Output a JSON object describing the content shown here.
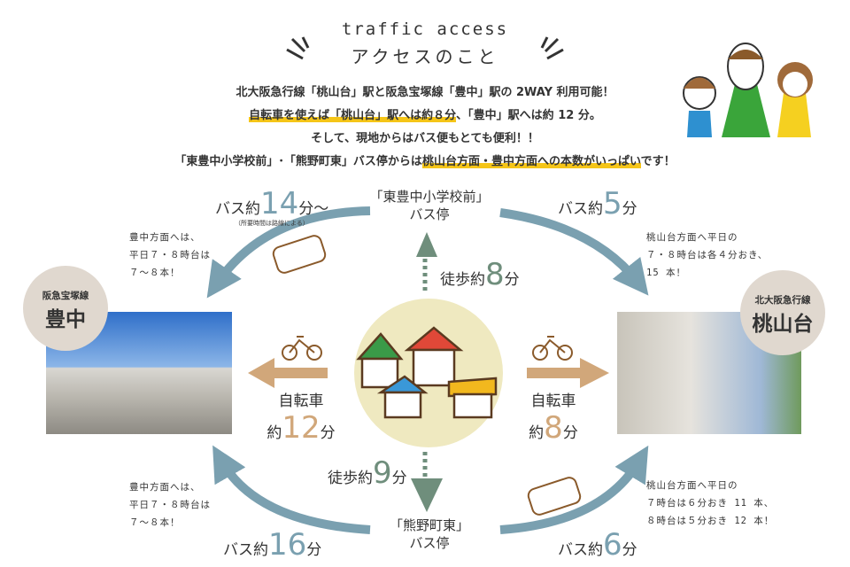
{
  "header": {
    "title_en": "traffic access",
    "title_ja": "アクセスのこと"
  },
  "intro": {
    "line1": "北大阪急行線「桃山台」駅と阪急宝塚線「豊中」駅の 2WAY 利用可能！",
    "line2_hl": "自転車を使えば「桃山台」駅へは約８分",
    "line2_rest": "、「豊中」駅へは約 12 分。",
    "line3": "そして、現地からはバス便もとても便利！！",
    "line4_pre": "「東豊中小学校前」･「熊野町東」バス停からは",
    "line4_hl": "桃山台方面・豊中方面への本数がいっぱい",
    "line4_post": "です！"
  },
  "stops": {
    "north": {
      "name": "「東豊中小学校前」",
      "sub": "バス停"
    },
    "south": {
      "name": "「熊野町東」",
      "sub": "バス停"
    }
  },
  "stations": {
    "left": {
      "line": "阪急宝塚線",
      "name": "豊中"
    },
    "right": {
      "line": "北大阪急行線",
      "name": "桃山台"
    }
  },
  "routes": {
    "nw": {
      "pre": "バス約",
      "num": "14",
      "post": "分〜",
      "sub": "（所要時間は路線による）"
    },
    "ne": {
      "pre": "バス約",
      "num": "5",
      "post": "分"
    },
    "sw": {
      "pre": "バス約",
      "num": "16",
      "post": "分"
    },
    "se": {
      "pre": "バス約",
      "num": "6",
      "post": "分"
    },
    "walk_n": {
      "pre": "徒歩約",
      "num": "8",
      "post": "分"
    },
    "walk_s": {
      "pre": "徒歩約",
      "num": "9",
      "post": "分"
    },
    "bike_l": {
      "top": "自転車",
      "pre": "約",
      "num": "12",
      "post": "分"
    },
    "bike_r": {
      "top": "自転車",
      "pre": "約",
      "num": "8",
      "post": "分"
    }
  },
  "notes": {
    "nw": [
      "豊中方面へは、",
      "平日７・８時台は",
      "７〜８本！"
    ],
    "ne": [
      "桃山台方面へ平日の",
      "７・８時台は各４分おき、",
      "15 本！"
    ],
    "sw": [
      "豊中方面へは、",
      "平日７・８時台は",
      "７〜８本！"
    ],
    "se": [
      "桃山台方面へ平日の",
      "７時台は６分おき 11 本、",
      "８時台は５分おき 12 本！"
    ]
  },
  "colors": {
    "bus": "#7aa0b0",
    "walk": "#6f8e7c",
    "bike": "#d1a77a",
    "highlight": "#f5c518"
  }
}
